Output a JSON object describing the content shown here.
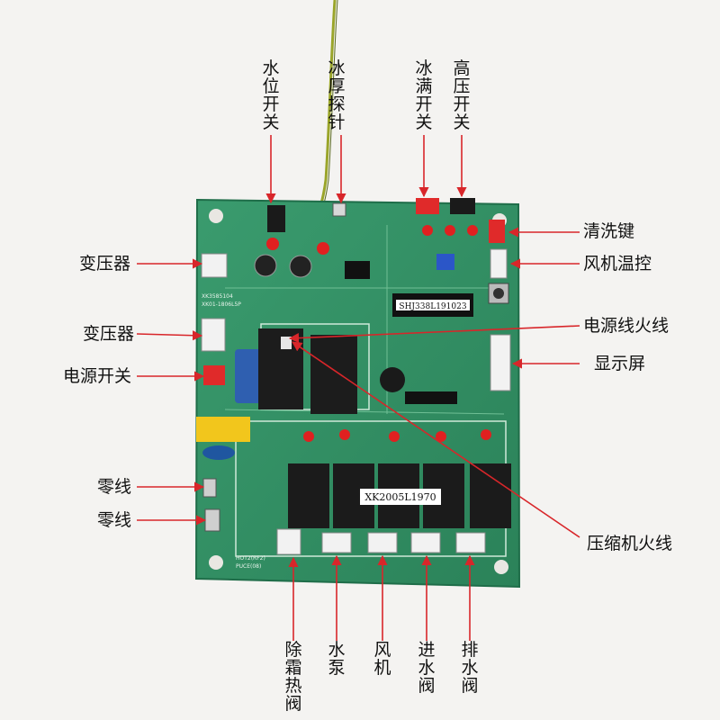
{
  "labels": {
    "water_level_switch": "水位开关",
    "ice_thickness_probe": "冰厚探针",
    "ice_full_switch": "冰满开关",
    "high_pressure_switch": "高压开关",
    "clean_key": "清洗键",
    "transformer_1": "变压器",
    "fan_temp_control": "风机温控",
    "transformer_2": "变压器",
    "power_line_live": "电源线火线",
    "power_switch": "电源开关",
    "display": "显示屏",
    "neutral_1": "零线",
    "neutral_2": "零线",
    "compressor_live": "压缩机火线",
    "defrost_valve": "除霜热阀",
    "water_pump": "水泵",
    "fan": "风机",
    "inlet_valve": "进水阀",
    "drain_valve": "排水阀"
  },
  "board_text": {
    "chip_label": "SHJ338L191023",
    "relay_label": "XK2005L1970",
    "silk_1": "XK3585104",
    "silk_2": "XK01-1806L5P",
    "silk_3": "HOT2(RF2)",
    "silk_4": "PUCE(08)"
  },
  "colors": {
    "arrow": "#d8262a",
    "board": "#2f8f64",
    "board_dark": "#236e4c",
    "relay": "#1a1a1a",
    "led": "#e02020"
  }
}
